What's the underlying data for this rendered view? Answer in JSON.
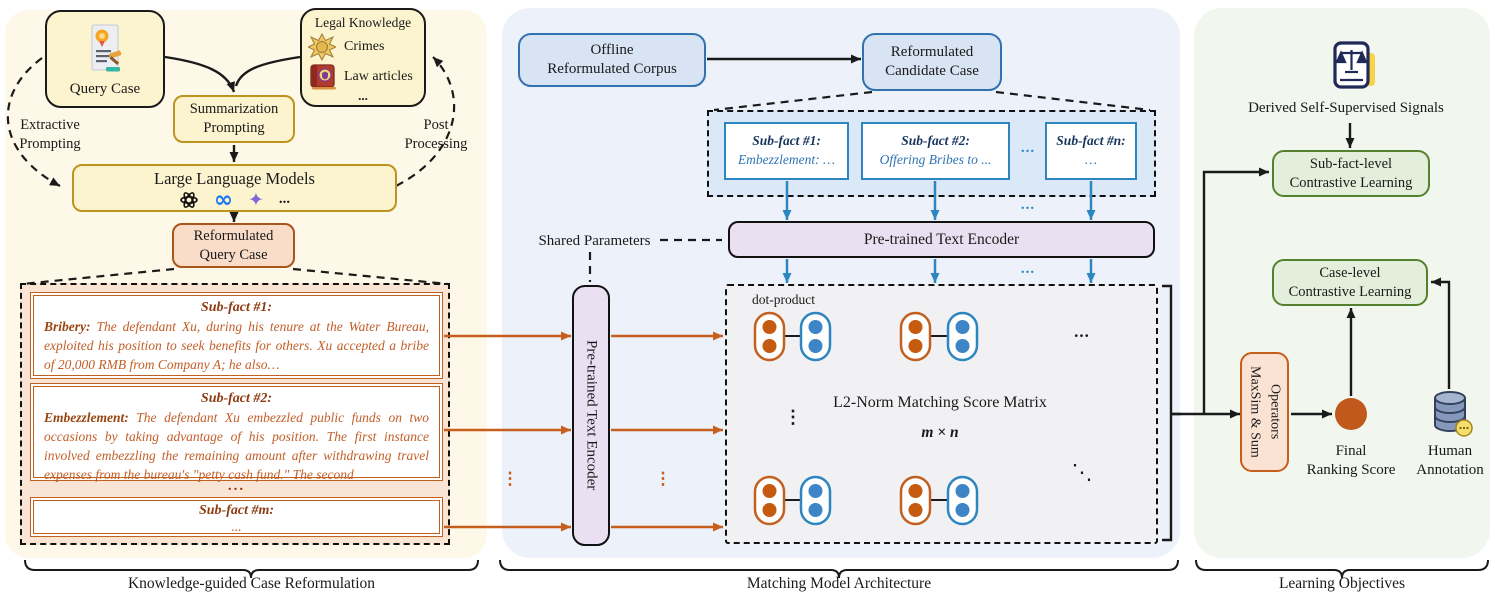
{
  "left": {
    "query_case": "Query Case",
    "legal_knowledge": {
      "title": "Legal Knowledge",
      "item1": "Crimes",
      "item2": "Law articles",
      "more": "..."
    },
    "summarization": [
      "Summarization",
      "Prompting"
    ],
    "extractive": [
      "Extractive",
      "Prompting"
    ],
    "post": [
      "Post",
      "Processing"
    ],
    "llm": {
      "title": "Large Language Models",
      "more": "..."
    },
    "rqc": [
      "Reformulated",
      "Query Case"
    ],
    "subfacts": [
      {
        "title": "Sub-fact #1:",
        "lead": "Bribery:",
        "body": "The defendant Xu, during his tenure at the Water Bureau, exploited his position to seek benefits for others. Xu accepted a bribe of 20,000 RMB from Company A; he also…"
      },
      {
        "title": "Sub-fact #2:",
        "lead": "Embezzlement:",
        "body": "The defendant Xu embezzled public funds on two occasions by taking advantage of his position. The first instance involved embezzling the remaining amount after withdrawing travel expenses from the bureau's \"petty cash fund.\" The second"
      },
      {
        "title": "Sub-fact #m:",
        "lead": "",
        "body": "..."
      }
    ],
    "gap_dots": "...",
    "brace": "Knowledge-guided Case Reformulation"
  },
  "middle": {
    "offline": [
      "Offline",
      "Reformulated Corpus"
    ],
    "candidate": [
      "Reformulated",
      "Candidate Case"
    ],
    "cand_subfacts": [
      {
        "title": "Sub-fact #1:",
        "body": "Embezzlement: …"
      },
      {
        "title": "Sub-fact #2:",
        "body": "Offering Bribes to ..."
      },
      {
        "title": "Sub-fact #n:",
        "body": "…"
      }
    ],
    "shared": "Shared Parameters",
    "encoder_top": "Pre-trained Text Encoder",
    "encoder_left": "Pre-trained Text Encoder",
    "dot_product": "dot-product",
    "matrix_title": "L2-Norm Matching Score Matrix",
    "matrix_dim": "m × n",
    "brace": "Matching Model Architecture"
  },
  "right": {
    "signals": "Derived Self-Supervised Signals",
    "subfact_cl": [
      "Sub-fact-level",
      "Contrastive Learning"
    ],
    "case_cl": [
      "Case-level",
      "Contrastive Learning"
    ],
    "maxsim": [
      "MaxSim & Sum",
      "Operators"
    ],
    "final": [
      "Final",
      "Ranking Score"
    ],
    "human": [
      "Human",
      "Annotation"
    ],
    "brace": "Learning Objectives"
  },
  "symbols": {
    "hdots": "...",
    "vdots": "⋮",
    "ddots": "⋱"
  },
  "colors": {
    "left_bg": "#FDF8E8",
    "mid_bg": "#EDF2FA",
    "right_bg": "#F1F6EE",
    "yellow_fill": "#FCF4CE",
    "gold_border": "#BD9420",
    "orange_fill": "#F9DDC9",
    "orange_border": "#A9561E",
    "subfact_container_fill": "#FAE4D4",
    "orange_accent": "#C55F1B",
    "orange_title": "#8E3B12",
    "orange_body": "#C25E28",
    "blue_fill": "#D8E3F3",
    "blue_border": "#3272AE",
    "blue_accent": "#2E86C1",
    "blue_title": "#17365D",
    "blue_body": "#2E74B5",
    "cand_container_fill": "#DBE8F8",
    "lavender_fill": "#EAE0F1",
    "matrix_fill": "#F1F1F4",
    "green_fill": "#E3EFDA",
    "green_border": "#55812E",
    "maxsim_fill": "#FBE3D4",
    "meta_blue": "#1877F2"
  }
}
